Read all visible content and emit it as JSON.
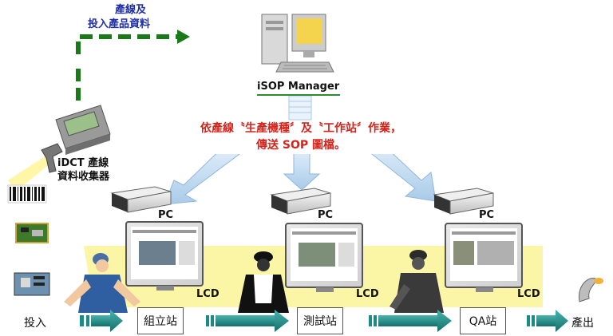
{
  "top_note": {
    "line1": "產線及",
    "line2": "投入產品資料"
  },
  "manager_label": "iSOP Manager",
  "banner": {
    "line1": "依產線〝生產機種〞及〝工作站〞作業，",
    "line2": "傳送 SOP 圖檔。"
  },
  "collector": {
    "line1": "iDCT 產線",
    "line2": "資料收集器"
  },
  "pc_labels": [
    "PC",
    "PC",
    "PC"
  ],
  "lcd_labels": [
    "LCD",
    "LCD",
    "LCD"
  ],
  "stations": [
    "組立站",
    "測試站",
    "QA站"
  ],
  "input_label": "投入",
  "output_label": "產出",
  "colors": {
    "flow_arrow": "#1e8a86",
    "line_band": "#fbf5a6",
    "banner_text": "#d6231a",
    "dashed_arrow": "#1a7a1a",
    "distribution_arrow": "#bcd8f0",
    "note_text": "#1f2fa8"
  }
}
